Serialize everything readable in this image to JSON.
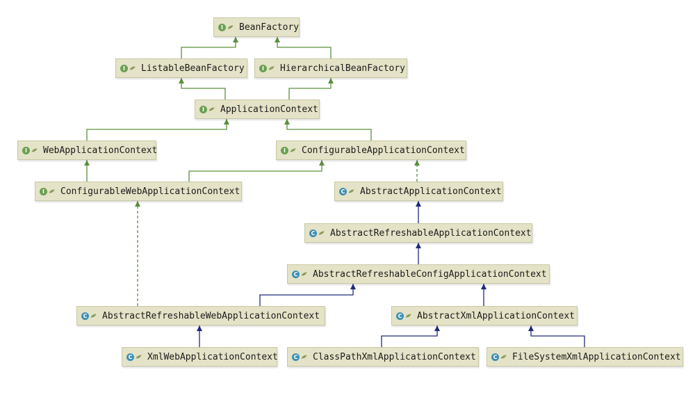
{
  "diagram": {
    "colors": {
      "node_fill": "#e4e3c7",
      "node_border": "#c9c8a6",
      "interface_edge": "#5a8f3c",
      "class_edge": "#1f2a7a",
      "interface_badge": "#6a9f52",
      "class_badge": "#3d8fb5",
      "leaf_icon": "#8a9c5a"
    },
    "nodes": [
      {
        "id": "bean-factory",
        "label": "BeanFactory",
        "kind": "interface",
        "badge": "I",
        "icon": "interface-icon"
      },
      {
        "id": "listable-bean-factory",
        "label": "ListableBeanFactory",
        "kind": "interface",
        "badge": "I",
        "icon": "interface-icon"
      },
      {
        "id": "hierarchical-bean-factory",
        "label": "HierarchicalBeanFactory",
        "kind": "interface",
        "badge": "I",
        "icon": "interface-icon"
      },
      {
        "id": "application-context",
        "label": "ApplicationContext",
        "kind": "interface",
        "badge": "I",
        "icon": "interface-icon"
      },
      {
        "id": "web-application-context",
        "label": "WebApplicationContext",
        "kind": "interface",
        "badge": "I",
        "icon": "interface-icon"
      },
      {
        "id": "configurable-application-context",
        "label": "ConfigurableApplicationContext",
        "kind": "interface",
        "badge": "I",
        "icon": "interface-icon"
      },
      {
        "id": "configurable-web-application-context",
        "label": "ConfigurableWebApplicationContext",
        "kind": "interface",
        "badge": "I",
        "icon": "interface-icon"
      },
      {
        "id": "abstract-application-context",
        "label": "AbstractApplicationContext",
        "kind": "class",
        "badge": "C",
        "icon": "class-icon"
      },
      {
        "id": "abstract-refreshable-application-context",
        "label": "AbstractRefreshableApplicationContext",
        "kind": "class",
        "badge": "C",
        "icon": "class-icon"
      },
      {
        "id": "abstract-refreshable-config-application-context",
        "label": "AbstractRefreshableConfigApplicationContext",
        "kind": "class",
        "badge": "C",
        "icon": "class-icon"
      },
      {
        "id": "abstract-refreshable-web-application-context",
        "label": "AbstractRefreshableWebApplicationContext",
        "kind": "class",
        "badge": "C",
        "icon": "class-icon"
      },
      {
        "id": "abstract-xml-application-context",
        "label": "AbstractXmlApplicationContext",
        "kind": "class",
        "badge": "C",
        "icon": "class-icon"
      },
      {
        "id": "xml-web-application-context",
        "label": "XmlWebApplicationContext",
        "kind": "class",
        "badge": "C",
        "icon": "class-icon"
      },
      {
        "id": "class-path-xml-application-context",
        "label": "ClassPathXmlApplicationContext",
        "kind": "class",
        "badge": "C",
        "icon": "class-icon"
      },
      {
        "id": "file-system-xml-application-context",
        "label": "FileSystemXmlApplicationContext",
        "kind": "class",
        "badge": "C",
        "icon": "class-icon"
      }
    ],
    "edges": [
      {
        "from": "listable-bean-factory",
        "to": "bean-factory",
        "style": "interface-extends"
      },
      {
        "from": "hierarchical-bean-factory",
        "to": "bean-factory",
        "style": "interface-extends"
      },
      {
        "from": "application-context",
        "to": "listable-bean-factory",
        "style": "interface-extends"
      },
      {
        "from": "application-context",
        "to": "hierarchical-bean-factory",
        "style": "interface-extends"
      },
      {
        "from": "web-application-context",
        "to": "application-context",
        "style": "interface-extends"
      },
      {
        "from": "configurable-application-context",
        "to": "application-context",
        "style": "interface-extends"
      },
      {
        "from": "configurable-web-application-context",
        "to": "web-application-context",
        "style": "interface-extends"
      },
      {
        "from": "configurable-web-application-context",
        "to": "configurable-application-context",
        "style": "interface-extends"
      },
      {
        "from": "abstract-application-context",
        "to": "configurable-application-context",
        "style": "implements"
      },
      {
        "from": "abstract-refreshable-application-context",
        "to": "abstract-application-context",
        "style": "class-extends"
      },
      {
        "from": "abstract-refreshable-config-application-context",
        "to": "abstract-refreshable-application-context",
        "style": "class-extends"
      },
      {
        "from": "abstract-refreshable-web-application-context",
        "to": "abstract-refreshable-config-application-context",
        "style": "class-extends"
      },
      {
        "from": "abstract-refreshable-web-application-context",
        "to": "configurable-web-application-context",
        "style": "implements"
      },
      {
        "from": "abstract-xml-application-context",
        "to": "abstract-refreshable-config-application-context",
        "style": "class-extends"
      },
      {
        "from": "xml-web-application-context",
        "to": "abstract-refreshable-web-application-context",
        "style": "class-extends"
      },
      {
        "from": "class-path-xml-application-context",
        "to": "abstract-xml-application-context",
        "style": "class-extends"
      },
      {
        "from": "file-system-xml-application-context",
        "to": "abstract-xml-application-context",
        "style": "class-extends"
      }
    ]
  }
}
